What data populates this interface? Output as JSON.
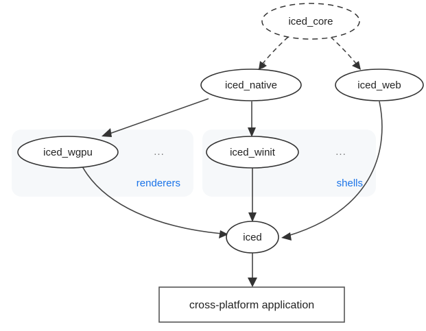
{
  "diagram": {
    "type": "dependency-graph",
    "background_color": "#ffffff",
    "accent_color": "#1a73e8",
    "stroke_color": "#333333",
    "cluster_fill": "#f6f8fa",
    "nodes": [
      {
        "id": "iced_core",
        "label": "iced_core",
        "shape": "ellipse",
        "style": "dashed"
      },
      {
        "id": "iced_native",
        "label": "iced_native",
        "shape": "ellipse",
        "style": "solid"
      },
      {
        "id": "iced_web",
        "label": "iced_web",
        "shape": "ellipse",
        "style": "solid"
      },
      {
        "id": "iced_wgpu",
        "label": "iced_wgpu",
        "shape": "ellipse",
        "style": "solid"
      },
      {
        "id": "iced_winit",
        "label": "iced_winit",
        "shape": "ellipse",
        "style": "solid"
      },
      {
        "id": "iced",
        "label": "iced",
        "shape": "ellipse",
        "style": "solid"
      },
      {
        "id": "app",
        "label": "cross-platform application",
        "shape": "box",
        "style": "solid"
      }
    ],
    "clusters": [
      {
        "id": "renderers",
        "label": "renderers",
        "members": [
          "iced_wgpu"
        ],
        "more": "..."
      },
      {
        "id": "shells",
        "label": "shells",
        "members": [
          "iced_winit"
        ],
        "more": "..."
      }
    ],
    "edges": [
      {
        "from": "iced_core",
        "to": "iced_native",
        "style": "dashed"
      },
      {
        "from": "iced_core",
        "to": "iced_web",
        "style": "dashed"
      },
      {
        "from": "iced_native",
        "to": "iced_wgpu",
        "style": "solid"
      },
      {
        "from": "iced_native",
        "to": "iced_winit",
        "style": "solid"
      },
      {
        "from": "iced_wgpu",
        "to": "iced",
        "style": "solid"
      },
      {
        "from": "iced_winit",
        "to": "iced",
        "style": "solid"
      },
      {
        "from": "iced_web",
        "to": "iced",
        "style": "solid"
      },
      {
        "from": "iced",
        "to": "app",
        "style": "solid"
      }
    ]
  }
}
